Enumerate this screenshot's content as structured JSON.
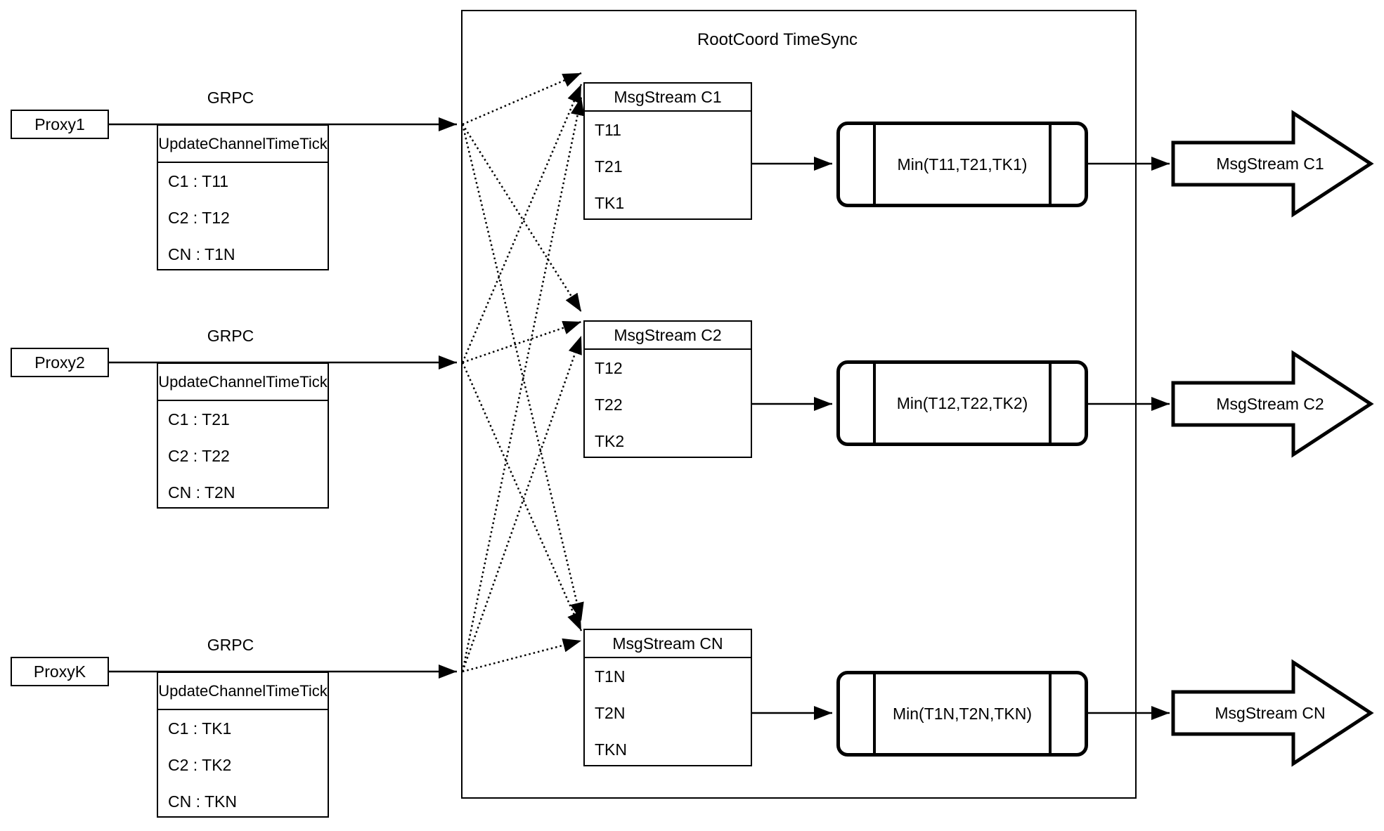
{
  "title": "RootCoord TimeSync",
  "grpc_label": "GRPC",
  "rows": [
    {
      "proxy": "Proxy1",
      "update_table": {
        "header": "UpdateChannelTimeTick",
        "rows": [
          "C1 :  T11",
          "C2 :  T12",
          "CN : T1N"
        ]
      },
      "msg_table": {
        "header": "MsgStream C1",
        "rows": [
          "T11",
          "T21",
          "TK1"
        ]
      },
      "min_label": "Min(T11,T21,TK1)",
      "out_label": "MsgStream C1"
    },
    {
      "proxy": "Proxy2",
      "update_table": {
        "header": "UpdateChannelTimeTick",
        "rows": [
          "C1 :  T21",
          "C2 :  T22",
          "CN : T2N"
        ]
      },
      "msg_table": {
        "header": "MsgStream C2",
        "rows": [
          "T12",
          "T22",
          "TK2"
        ]
      },
      "min_label": "Min(T12,T22,TK2)",
      "out_label": "MsgStream C2"
    },
    {
      "proxy": "ProxyK",
      "update_table": {
        "header": "UpdateChannelTimeTick",
        "rows": [
          "C1 :  TK1",
          "C2 :  TK2",
          "CN : TKN"
        ]
      },
      "msg_table": {
        "header": "MsgStream CN",
        "rows": [
          "T1N",
          "T2N",
          "TKN"
        ]
      },
      "min_label": "Min(T1N,T2N,TKN)",
      "out_label": "MsgStream CN"
    }
  ],
  "colors": {
    "line": "#000000",
    "background": "#ffffff"
  }
}
